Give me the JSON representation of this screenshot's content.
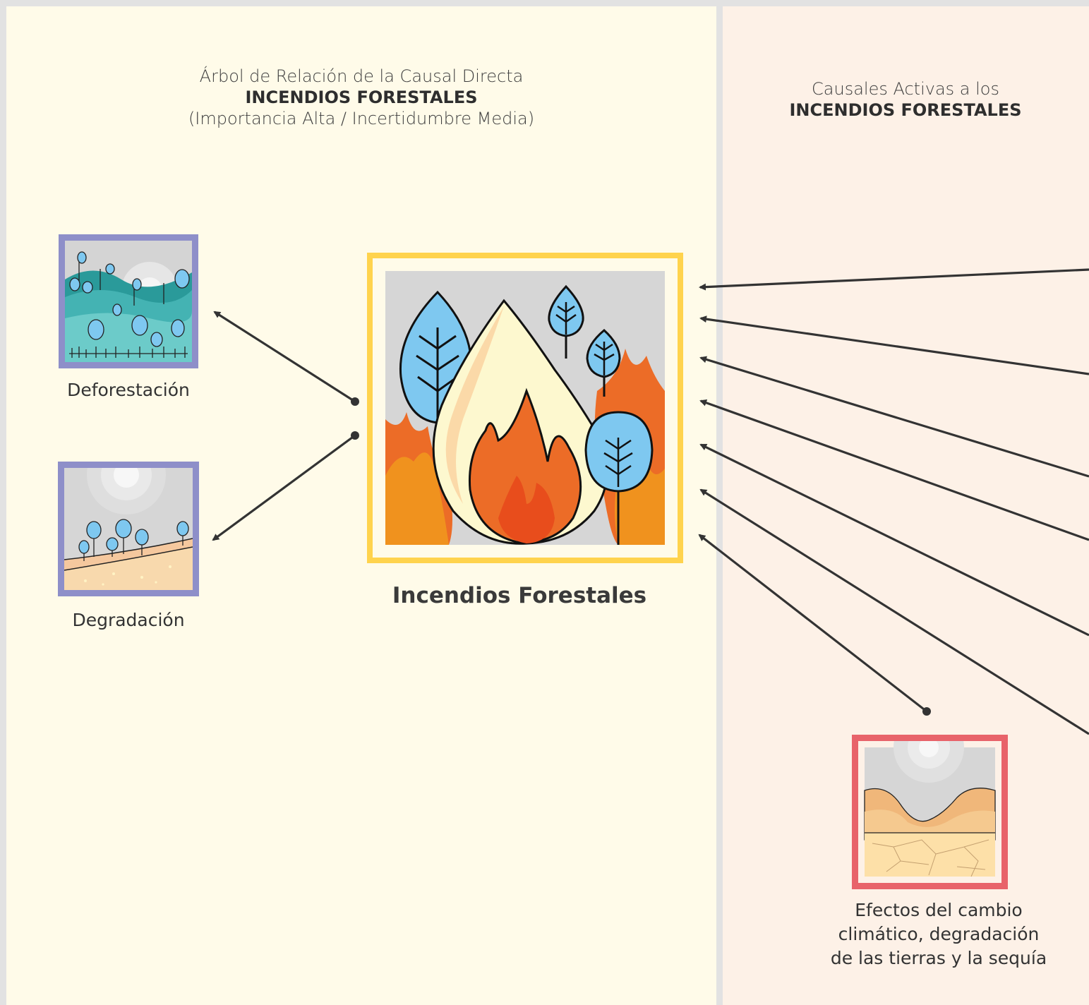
{
  "left_panel": {
    "header_line1": "Árbol de Relación de la Causal Directa",
    "header_line2": "INCENDIOS FORESTALES",
    "header_line3": "(Importancia Alta / Incertidumbre Media)"
  },
  "right_panel": {
    "header_line1": "Causales Activas a los",
    "header_line2": "INCENDIOS FORESTALES"
  },
  "center_node": {
    "label": "Incendios Forestales",
    "frame_color": "#ffd34d"
  },
  "effects": [
    {
      "label": "Deforestación",
      "frame_color": "#8e8fc9"
    },
    {
      "label": "Degradación",
      "frame_color": "#8e8fc9"
    }
  ],
  "causes": [
    {
      "label_lines": [
        "Efectos del cambio",
        "climático, degradación",
        "de las tierras y la sequía"
      ],
      "frame_color": "#e8636a"
    }
  ],
  "colors": {
    "left_bg": "#fffbe9",
    "right_bg": "#fdf1e7",
    "arrow": "#333333"
  }
}
